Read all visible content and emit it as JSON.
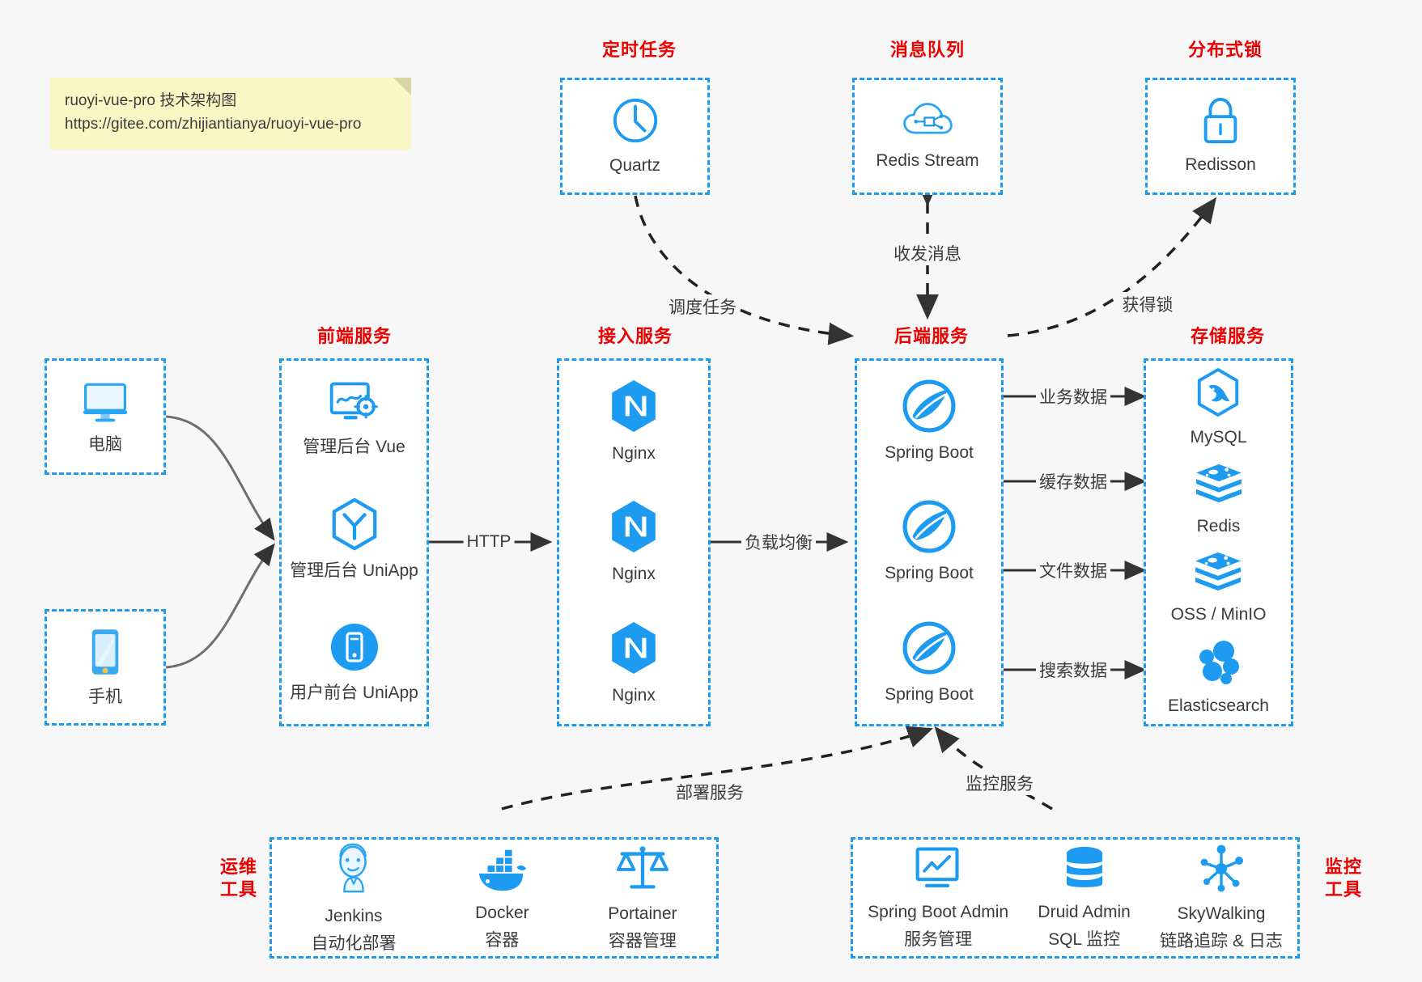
{
  "note": {
    "line1": "ruoyi-vue-pro 技术架构图",
    "line2": "https://gitee.com/zhijiantianya/ruoyi-vue-pro"
  },
  "colors": {
    "accent_blue": "#1d9bf0",
    "title_red": "#ec0000",
    "background": "#f7f7f7",
    "box_fill": "#ffffff",
    "text": "#3b3b3b",
    "edge": "#333333"
  },
  "groups": {
    "scheduler": {
      "title": "定时任务",
      "nodes": [
        {
          "label": "Quartz",
          "icon": "clock-icon"
        }
      ]
    },
    "mq": {
      "title": "消息队列",
      "nodes": [
        {
          "label": "Redis Stream",
          "icon": "cloud-network-icon"
        }
      ]
    },
    "lock": {
      "title": "分布式锁",
      "nodes": [
        {
          "label": "Redisson",
          "icon": "padlock-icon"
        }
      ]
    },
    "clients": {
      "nodes": [
        {
          "label": "电脑",
          "icon": "desktop-monitor-icon"
        },
        {
          "label": "手机",
          "icon": "mobile-phone-icon"
        }
      ]
    },
    "frontend": {
      "title": "前端服务",
      "nodes": [
        {
          "label": "管理后台 Vue",
          "icon": "dashboard-gear-icon"
        },
        {
          "label": "管理后台 UniApp",
          "icon": "hexagon-y-icon"
        },
        {
          "label": "用户前台 UniApp",
          "icon": "phone-circle-icon"
        }
      ]
    },
    "gateway": {
      "title": "接入服务",
      "nodes": [
        {
          "label": "Nginx",
          "icon": "nginx-icon"
        },
        {
          "label": "Nginx",
          "icon": "nginx-icon"
        },
        {
          "label": "Nginx",
          "icon": "nginx-icon"
        }
      ]
    },
    "backend": {
      "title": "后端服务",
      "nodes": [
        {
          "label": "Spring Boot",
          "icon": "spring-boot-icon"
        },
        {
          "label": "Spring Boot",
          "icon": "spring-boot-icon"
        },
        {
          "label": "Spring Boot",
          "icon": "spring-boot-icon"
        }
      ]
    },
    "storage": {
      "title": "存储服务",
      "nodes": [
        {
          "label": "MySQL",
          "icon": "mysql-icon"
        },
        {
          "label": "Redis",
          "icon": "redis-icon"
        },
        {
          "label": "OSS / MinIO",
          "icon": "oss-minio-icon"
        },
        {
          "label": "Elasticsearch",
          "icon": "elasticsearch-icon"
        }
      ]
    },
    "devops": {
      "title": "运维\n工具",
      "title_line1": "运维",
      "title_line2": "工具",
      "nodes": [
        {
          "label": "Jenkins",
          "sublabel": "自动化部署",
          "icon": "jenkins-icon"
        },
        {
          "label": "Docker",
          "sublabel": "容器",
          "icon": "docker-icon"
        },
        {
          "label": "Portainer",
          "sublabel": "容器管理",
          "icon": "scales-icon"
        }
      ]
    },
    "monitoring": {
      "title_line1": "监控",
      "title_line2": "工具",
      "nodes": [
        {
          "label": "Spring Boot Admin",
          "sublabel": "服务管理",
          "icon": "monitor-chart-icon"
        },
        {
          "label": "Druid Admin",
          "sublabel": "SQL 监控",
          "icon": "database-icon"
        },
        {
          "label": "SkyWalking",
          "sublabel": "链路追踪 & 日志",
          "icon": "skywalking-icon"
        }
      ]
    }
  },
  "edges": [
    {
      "label": "HTTP",
      "from": "frontend",
      "to": "gateway",
      "style": "solid"
    },
    {
      "label": "负载均衡",
      "from": "gateway",
      "to": "backend",
      "style": "solid"
    },
    {
      "label": "业务数据",
      "from": "backend",
      "to": "mysql",
      "style": "solid"
    },
    {
      "label": "缓存数据",
      "from": "backend",
      "to": "redis",
      "style": "solid"
    },
    {
      "label": "文件数据",
      "from": "backend",
      "to": "oss",
      "style": "solid"
    },
    {
      "label": "搜索数据",
      "from": "backend",
      "to": "es",
      "style": "solid"
    },
    {
      "label": "调度任务",
      "from": "scheduler",
      "to": "backend",
      "style": "dashed"
    },
    {
      "label": "收发消息",
      "from": "mq",
      "to": "backend",
      "style": "dashed-bidirectional"
    },
    {
      "label": "获得锁",
      "from": "backend",
      "to": "lock",
      "style": "dashed"
    },
    {
      "label": "部署服务",
      "from": "devops",
      "to": "backend",
      "style": "dashed"
    },
    {
      "label": "监控服务",
      "from": "monitoring",
      "to": "backend",
      "style": "dashed"
    }
  ]
}
